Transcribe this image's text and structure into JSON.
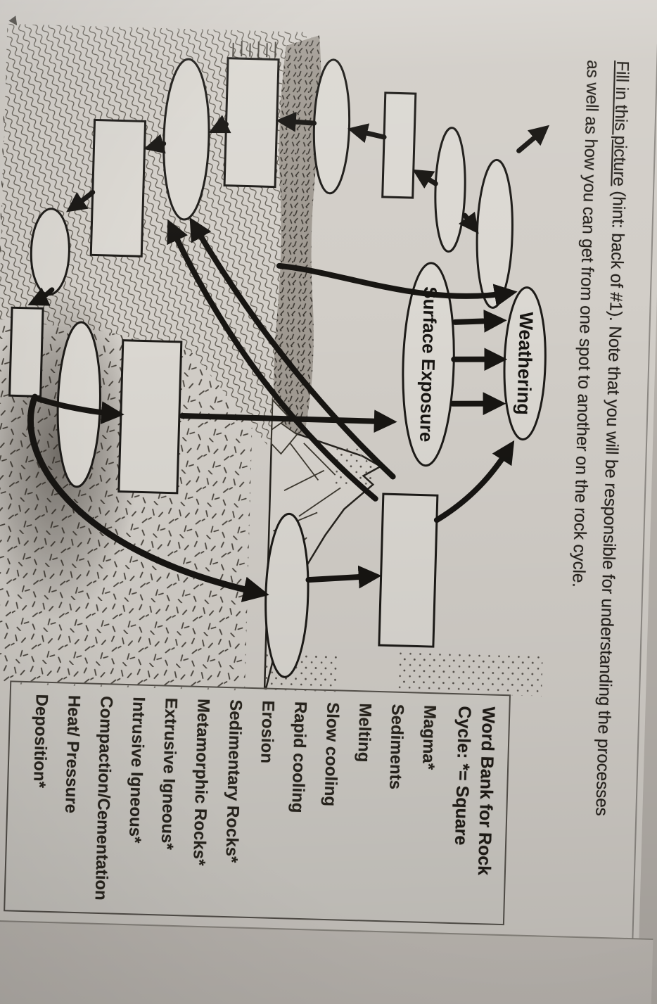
{
  "photo": {
    "paper_color": "#d2cec8",
    "background_color": "#b7b2ac",
    "ink_color": "#24211c"
  },
  "heading": {
    "line1_underlined": "Fill in this picture",
    "line1_rest": " (hint: back of #1). Note that you will be responsible for understanding the processes",
    "line2": "as well as how you can get from one spot to another on the rock cycle."
  },
  "diagram": {
    "labels": {
      "weathering": "Weathering",
      "surface_exposure": "Surface Exposure"
    },
    "blank_shapes": {
      "ovals": 8,
      "rectangles": 6
    }
  },
  "word_bank": {
    "title_line1": "Word Bank for Rock",
    "title_line2": "Cycle:  *= Square",
    "items": [
      "Magma*",
      "Sediments",
      "Melting",
      "Slow cooling",
      "Rapid cooling",
      "Erosion",
      "Sedimentary Rocks*",
      "Metamorphic Rocks*",
      "Extrusive Igneous*",
      "Intrusive Igneous*",
      "Compaction/Cementation",
      "Heat/ Pressure",
      "Deposition*"
    ]
  }
}
